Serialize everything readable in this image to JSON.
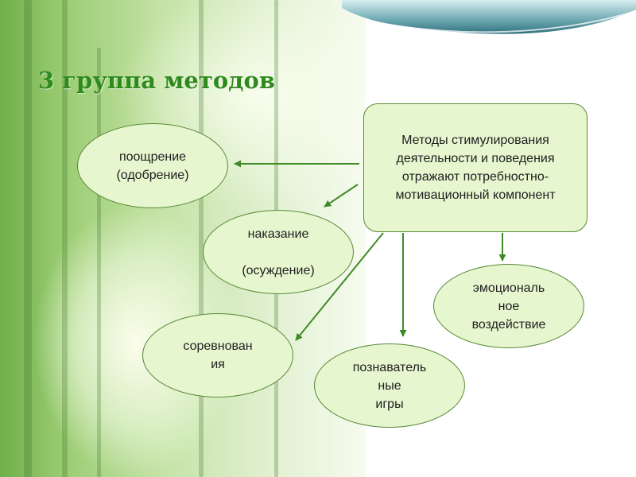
{
  "slide": {
    "title": "3 группа методов",
    "center": "Методы стимулирования\nдеятельности и поведения\nотражают потребностно-\nмотивационный компонент",
    "methods": [
      "поощрение\n(одобрение)",
      "наказание\n\n(осуждение)",
      "соревнован\nия",
      "познаватель\nные\nигры",
      "эмоциональ\nное\nвоздействие"
    ]
  },
  "colors": {
    "title": "#2f8a1e",
    "node_fill": "#e6f6cf",
    "node_border": "#5a8a3a",
    "arrow": "#3f8a26"
  }
}
